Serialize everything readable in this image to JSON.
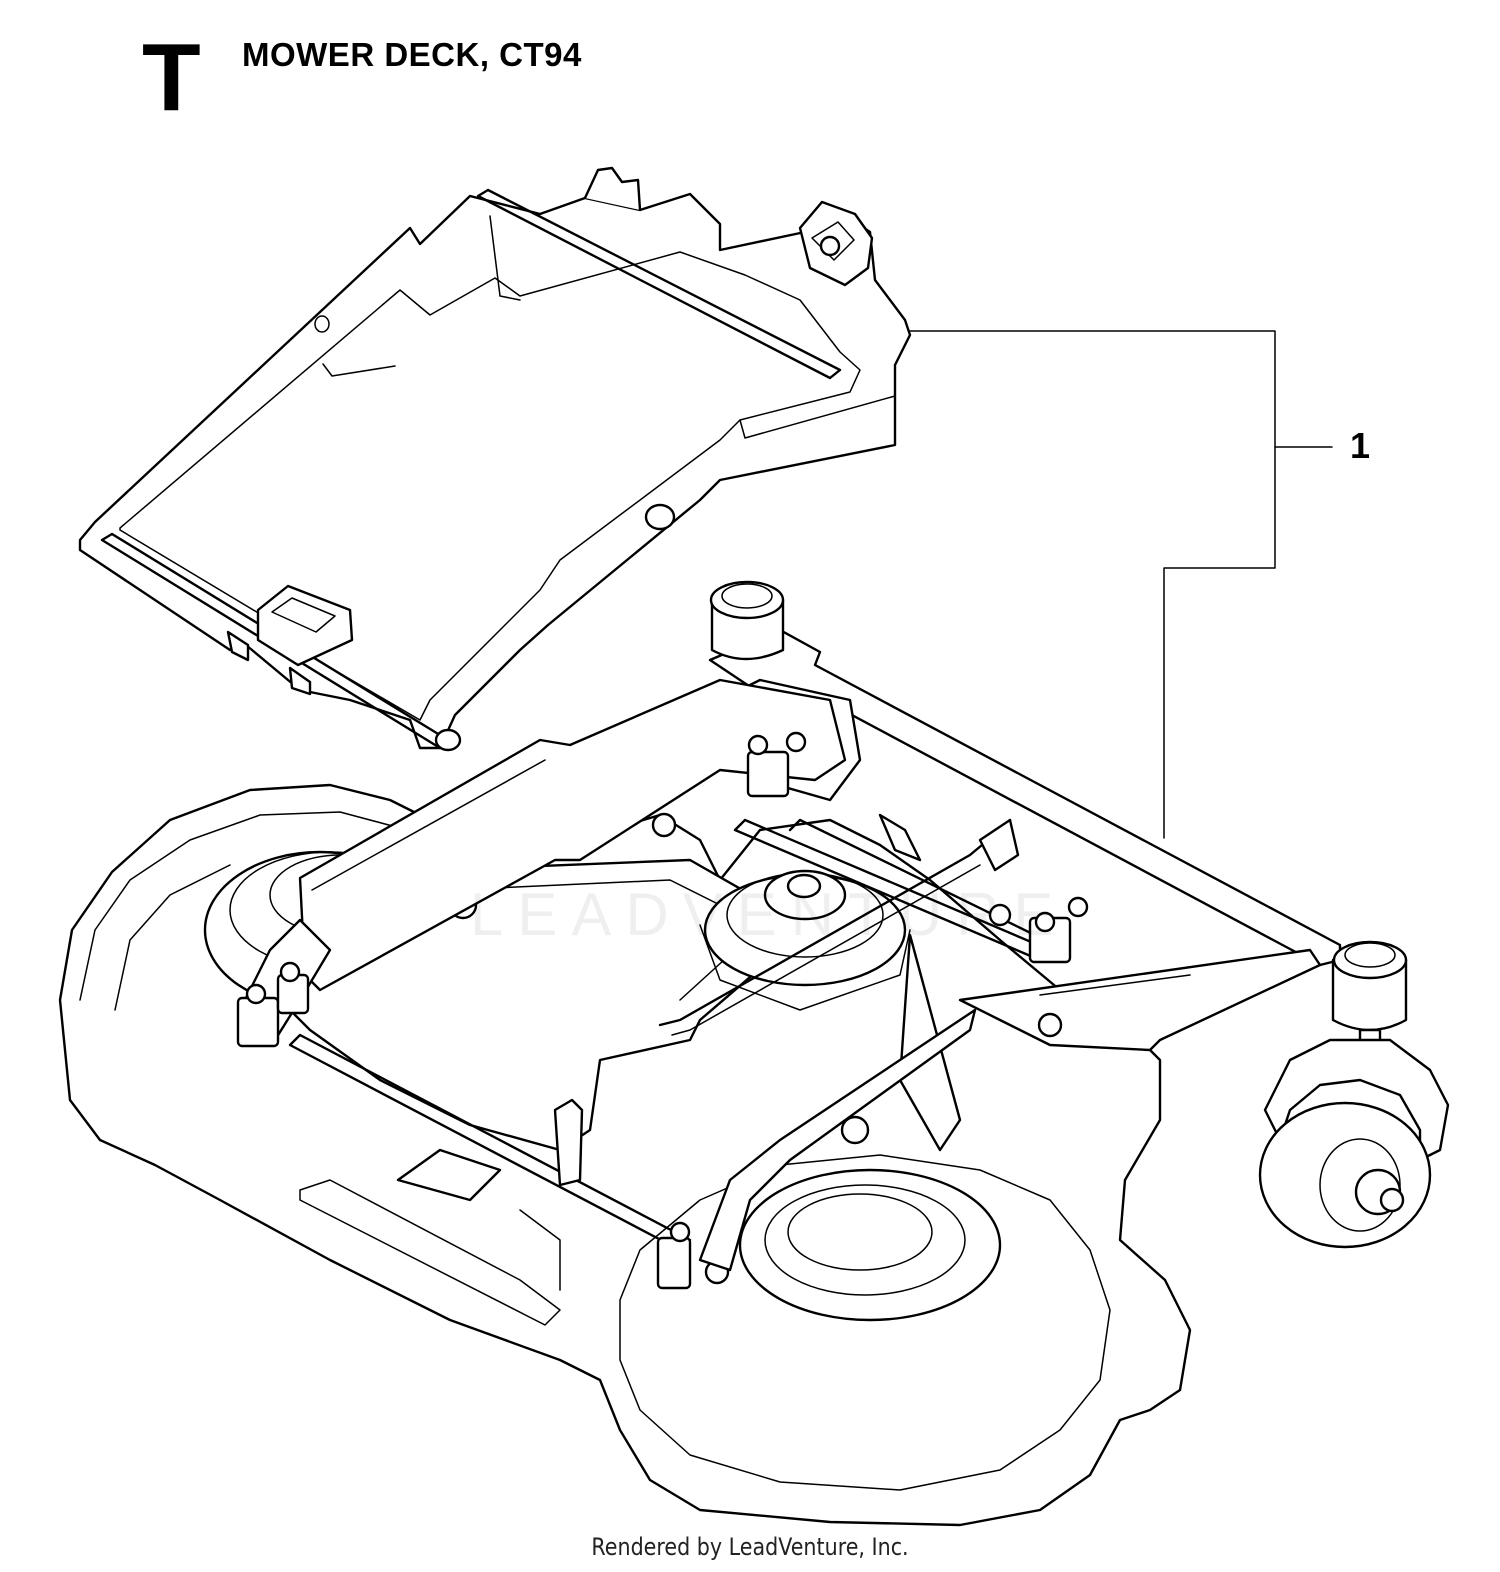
{
  "header": {
    "section_letter": "T",
    "title": "MOWER DECK, CT94"
  },
  "callouts": [
    {
      "label": "1"
    }
  ],
  "watermark": "LEADVENTURE",
  "footer": {
    "text": "Rendered by LeadVenture, Inc."
  }
}
